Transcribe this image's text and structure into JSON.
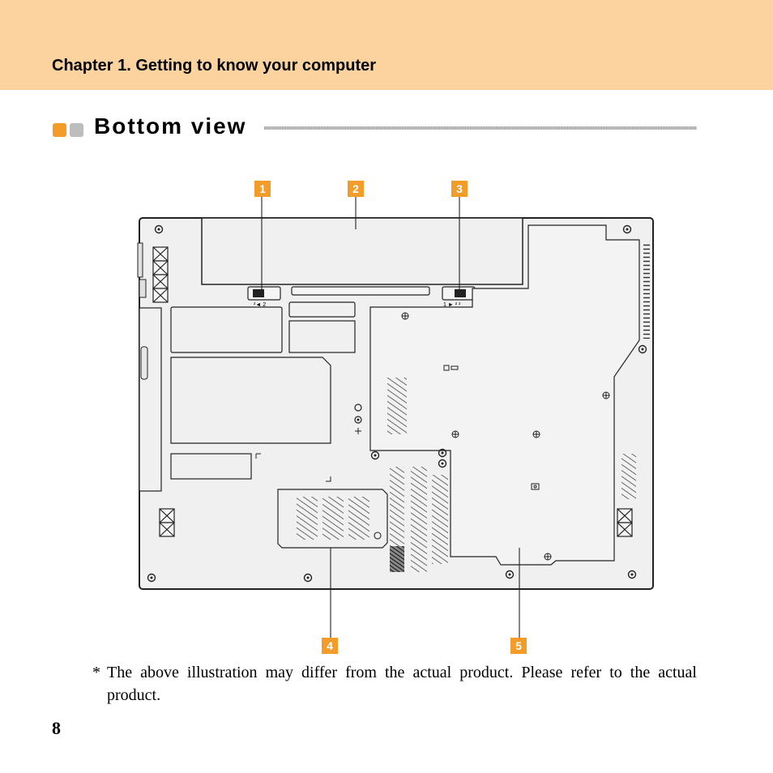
{
  "header": {
    "chapter_title": "Chapter 1. Getting to know your computer"
  },
  "section": {
    "title": "Bottom view"
  },
  "illustration": {
    "callouts": [
      {
        "label": "1"
      },
      {
        "label": "2"
      },
      {
        "label": "3"
      },
      {
        "label": "4"
      },
      {
        "label": "5"
      }
    ],
    "latch_left_text": "²◄ 2",
    "latch_right_text": "1 ► ² ²",
    "accent_color": "#f39c2a"
  },
  "footnote": {
    "marker": "*",
    "text": "The above illustration may differ from the actual product. Please refer to the actual product."
  },
  "page": {
    "number": "8"
  }
}
